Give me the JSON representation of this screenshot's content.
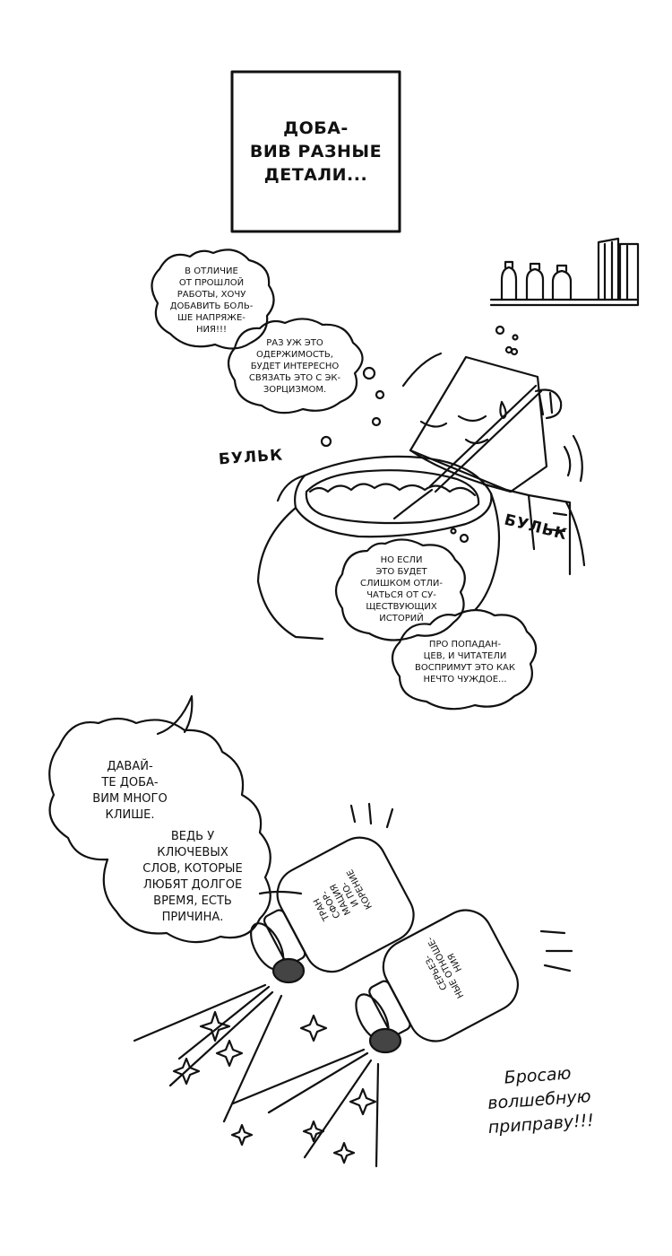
{
  "caption": "ДОБА-\nВИВ РАЗНЫЕ\nДЕТАЛИ...",
  "bubbles": {
    "b1": "В ОТЛИЧИЕ\nОТ ПРОШЛОЙ\nРАБОТЫ, ХОЧУ\nДОБАВИТЬ БОЛЬ-\nШЕ НАПРЯЖЕ-\nНИЯ!!!",
    "b2": "РАЗ УЖ ЭТО\nОДЕРЖИМОСТЬ,\nБУДЕТ ИНТЕРЕСНО\nСВЯЗАТЬ ЭТО С ЭК-\nЗОРЦИЗМОМ.",
    "b3": "НО ЕСЛИ\nЭТО БУДЕТ\nСЛИШКОМ ОТЛИ-\nЧАТЬСЯ ОТ СУ-\nЩЕСТВУЮЩИХ\nИСТОРИЙ",
    "b4": "ПРО ПОПАДАН-\nЦЕВ, И ЧИТАТЕЛИ\nВОСПРИМУТ ЭТО КАК\nНЕЧТО ЧУЖДОЕ...",
    "b5": "ДАВАЙ-\nТЕ ДОБА-\nВИМ МНОГО\nКЛИШЕ.",
    "b6": "ВЕДЬ У\nКЛЮЧЕВЫХ\nСЛОВ, КОТОРЫЕ\nЛЮБЯТ ДОЛГОЕ\nВРЕМЯ, ЕСТЬ\nПРИЧИНА."
  },
  "sfx": {
    "bulk1": "БУЛЬК",
    "bulk2": "БУЛЬК"
  },
  "shakers": {
    "left_label": "Тран\nсфор-\nмация\nи по-\nкорение",
    "right_label": "Серьез-\nные отноше-\nния"
  },
  "handwritten": "Бросаю\nволшебную\nприправу!!!"
}
